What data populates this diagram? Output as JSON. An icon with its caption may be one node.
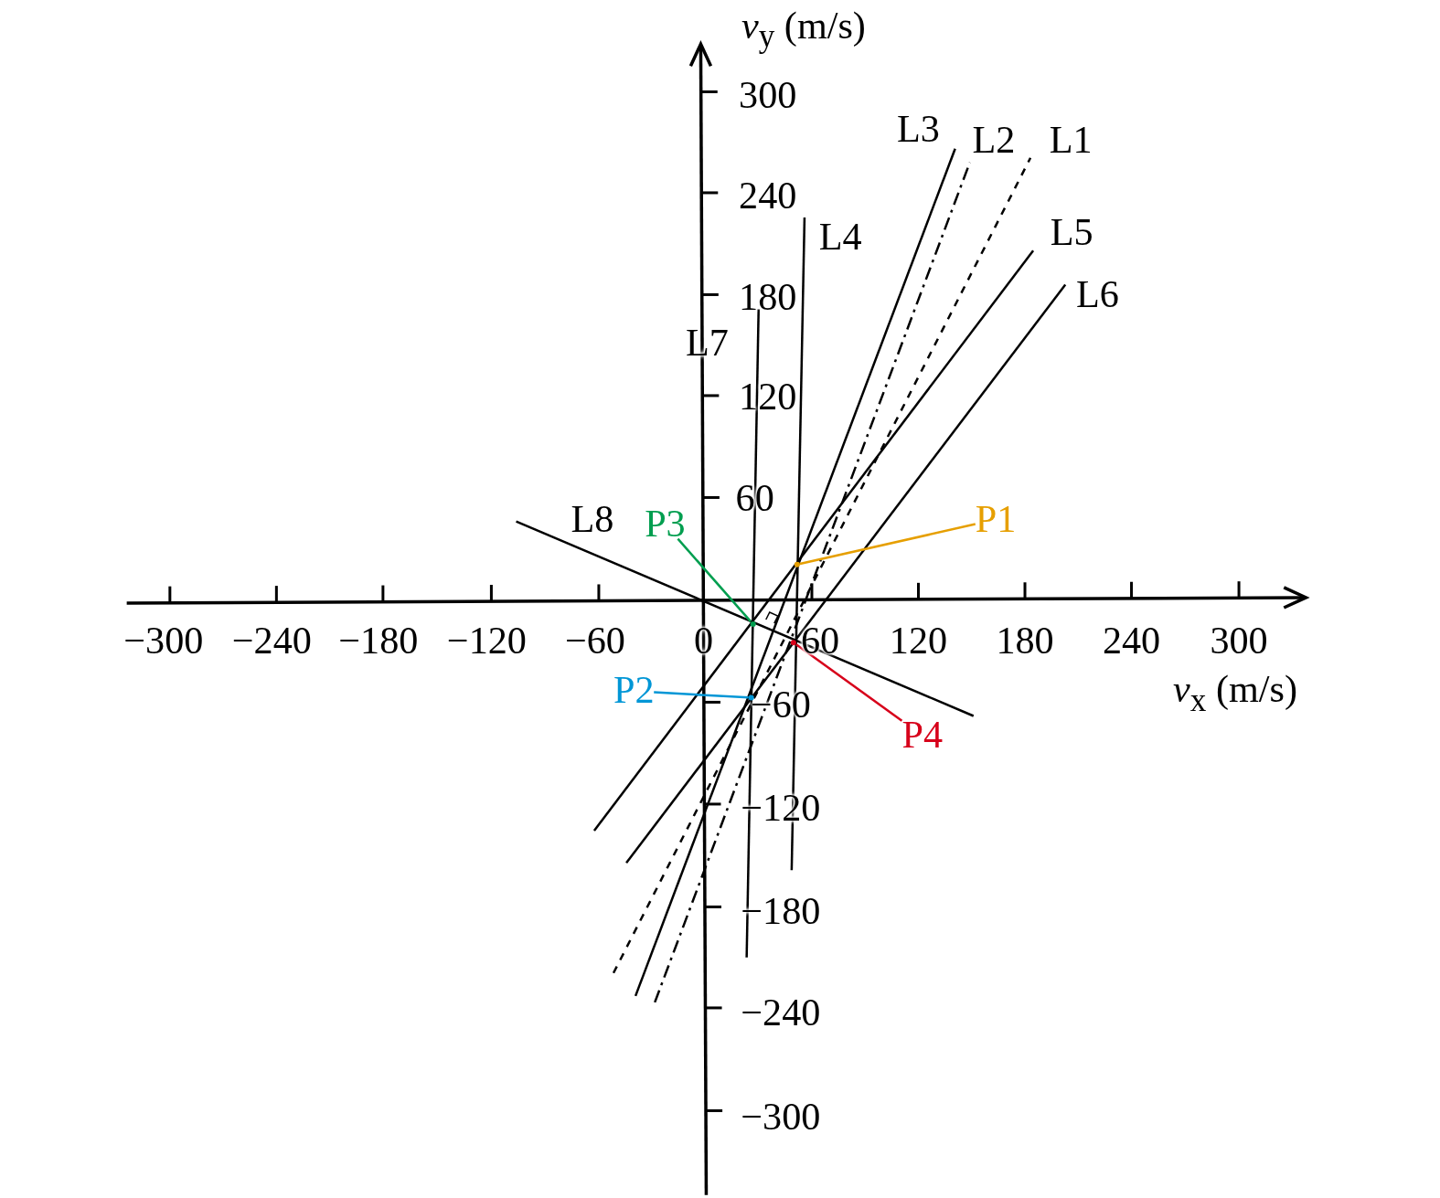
{
  "diagram": {
    "nodes": [
      {
        "text": [
          "P3"
        ]
      },
      {
        "text": [
          "P1"
        ]
      },
      {
        "text": [
          "P2"
        ]
      },
      {
        "text": [
          "P4"
        ]
      },
      {
        "text": [],
        "shape": "circle"
      },
      {
        "text": [],
        "shape": "circle"
      },
      {
        "text": [],
        "shape": "circle"
      },
      {
        "text": [],
        "shape": "circle"
      }
    ],
    "edges": [
      {
        "from": 0,
        "to": 5,
        "arrow": "none",
        "color": "#009e4f"
      },
      {
        "from": 1,
        "to": 7,
        "arrow": "none",
        "color": "#e69f00"
      },
      {
        "from": 2,
        "to": 4,
        "arrow": "none",
        "color": "#0096d6"
      },
      {
        "from": 3,
        "to": 6,
        "arrow": "none",
        "color": "#d7001a"
      }
    ],
    "labels": [
      "*v*$_{y}$ (m/s)",
      "L3",
      "L2",
      "L1",
      "L4",
      "L5",
      "L6",
      "L7",
      "L8",
      "300",
      "240",
      "180",
      "120",
      "60",
      "−60",
      "−120",
      "−180",
      "−240",
      "−300",
      "−300",
      "−240",
      "−180",
      "−120",
      "−60",
      "0",
      "60",
      "120",
      "180",
      "240",
      "300",
      "*v*$_{x}$ (m/s)"
    ]
  }
}
